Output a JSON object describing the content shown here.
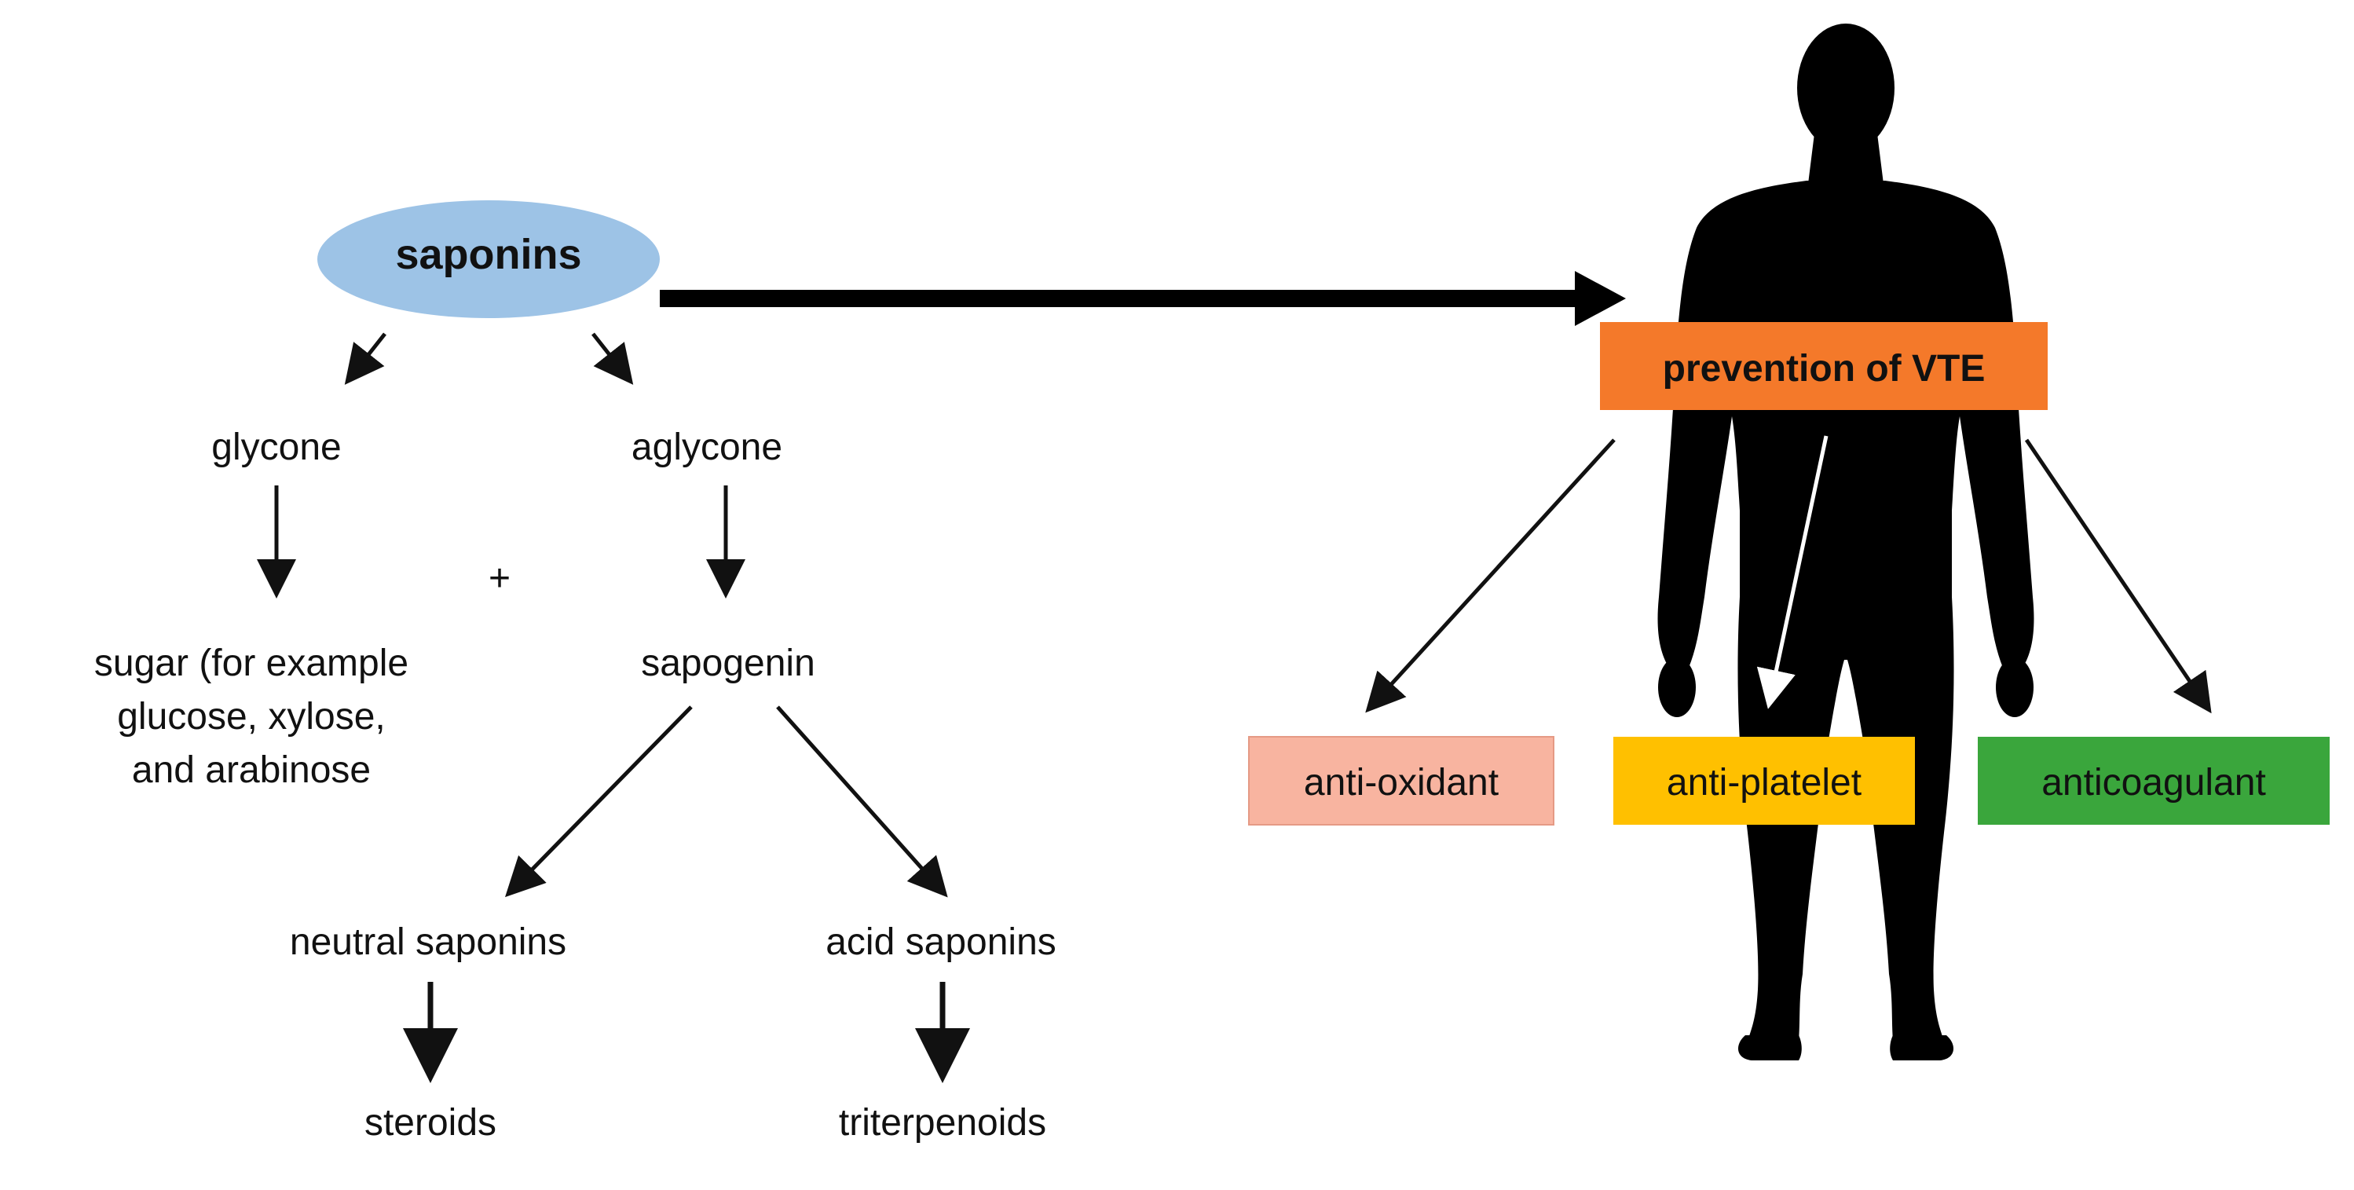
{
  "nodes": {
    "saponins": "saponins",
    "glycone": "glycone",
    "aglycone": "aglycone",
    "plus": "+",
    "sugar_line1": "sugar (for example",
    "sugar_line2": "glucose, xylose,",
    "sugar_line3": "and arabinose",
    "sapogenin": "sapogenin",
    "neutral_saponins": "neutral saponins",
    "acid_saponins": "acid saponins",
    "steroids": "steroids",
    "triterpenoids": "triterpenoids"
  },
  "effects": {
    "prevention": "prevention of VTE",
    "anti_oxidant": "anti-oxidant",
    "anti_platelet": "anti-platelet",
    "anticoagulant": "anticoagulant"
  },
  "colors": {
    "saponins_fill": "#9dc3e6",
    "prevention_fill": "#f4792a",
    "anti_oxidant_fill": "#f8b4a0",
    "anti_platelet_fill": "#ffc000",
    "anticoagulant_fill": "#3aa63c",
    "silhouette": "#000000"
  },
  "icons": {
    "human": "human-silhouette-icon"
  }
}
